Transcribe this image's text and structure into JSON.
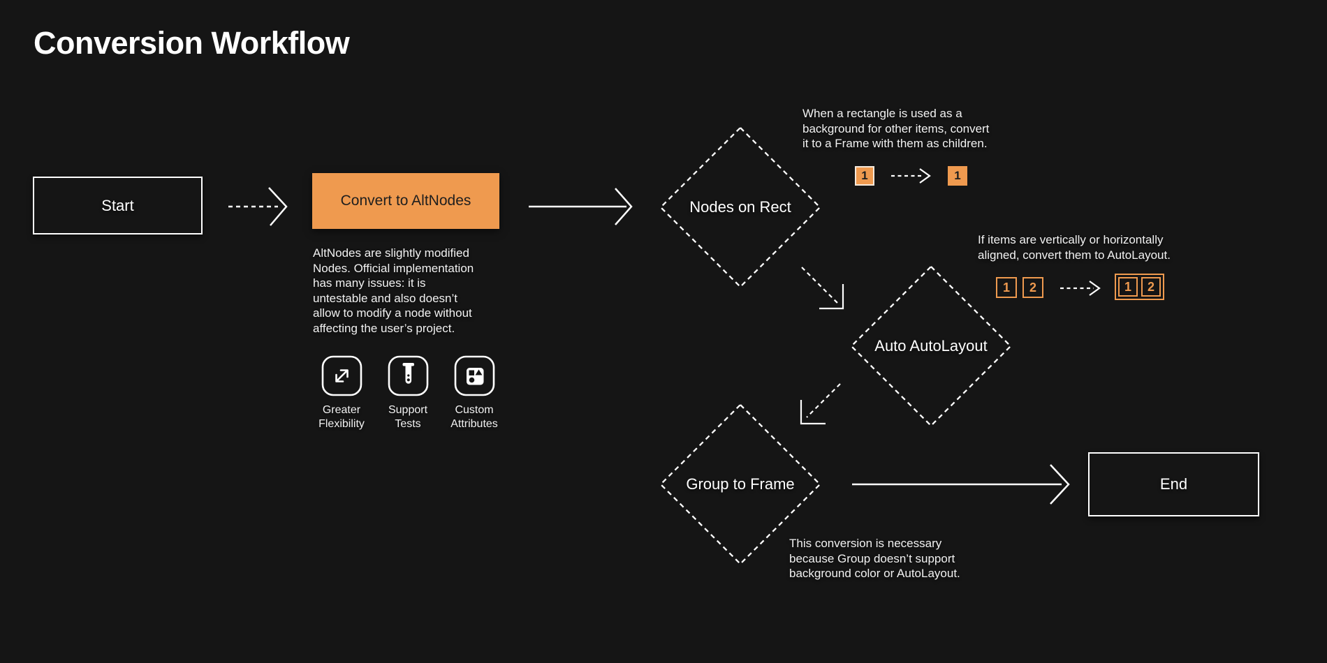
{
  "title": "Conversion Workflow",
  "colors": {
    "background": "#151515",
    "accent_orange": "#EF9A4F",
    "node_border": "#FFFFFF",
    "text": "#F2F2F2",
    "dark_text": "#1E1E1E"
  },
  "nodes": {
    "start": {
      "label": "Start"
    },
    "convert": {
      "label": "Convert to AltNodes",
      "description": "AltNodes are slightly modified\nNodes. Official implementation\nhas many issues: it is\nuntestable and also doesn’t\nallow to modify a node without\naffecting the user’s project.",
      "features": [
        {
          "icon": "expand-arrows-icon",
          "label": "Greater\nFlexibility"
        },
        {
          "icon": "test-tube-icon",
          "label": "Support\nTests"
        },
        {
          "icon": "shapes-icon",
          "label": "Custom\nAttributes"
        }
      ]
    },
    "nodes_on_rect": {
      "label": "Nodes on Rect",
      "note": "When a rectangle is used as a\nbackground for other items, convert\nit to a Frame with them as children.",
      "example": {
        "before": [
          "1"
        ],
        "after": [
          "1"
        ]
      }
    },
    "auto_autolayout": {
      "label": "Auto AutoLayout",
      "note": "If items are vertically or horizontally\naligned, convert them to AutoLayout.",
      "example": {
        "before": [
          "1",
          "2"
        ],
        "after": [
          "1",
          "2"
        ]
      }
    },
    "group_to_frame": {
      "label": "Group to Frame",
      "note": "This conversion is necessary\nbecause Group doesn’t support\nbackground color or AutoLayout."
    },
    "end": {
      "label": "End"
    }
  }
}
